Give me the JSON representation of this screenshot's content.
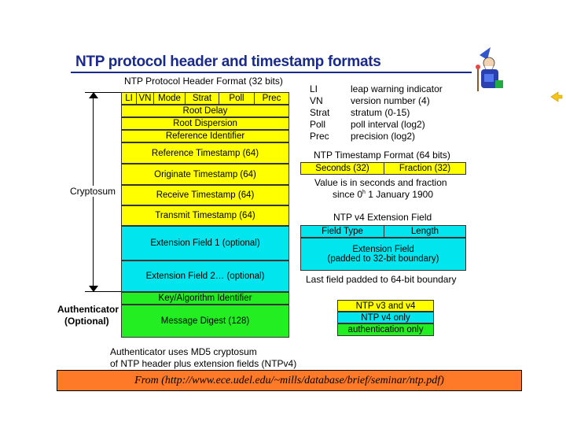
{
  "title": "NTP protocol header and timestamp formats",
  "header_format_title": "NTP Protocol Header Format (32 bits)",
  "header_fields": {
    "row1": [
      "LI",
      "VN",
      "Mode",
      "Strat",
      "Poll",
      "Prec"
    ],
    "root_delay": "Root Delay",
    "root_dispersion": "Root Dispersion",
    "reference_identifier": "Reference Identifier",
    "reference_timestamp": "Reference Timestamp (64)",
    "originate_timestamp": "Originate Timestamp (64)",
    "receive_timestamp": "Receive Timestamp (64)",
    "transmit_timestamp": "Transmit Timestamp (64)",
    "extension_field_1": "Extension Field 1 (optional)",
    "extension_field_2": "Extension Field 2… (optional)",
    "key_identifier": "Key/Algorithm Identifier",
    "message_digest": "Message Digest (128)"
  },
  "side_labels": {
    "cryptosum": "Cryptosum",
    "authenticator_line1": "Authenticator",
    "authenticator_line2": "(Optional)"
  },
  "legend_abbrev": [
    {
      "abbr": "LI",
      "desc": "leap warning indicator"
    },
    {
      "abbr": "VN",
      "desc": "version number (4)"
    },
    {
      "abbr": "Strat",
      "desc": "stratum (0-15)"
    },
    {
      "abbr": "Poll",
      "desc": "poll interval (log2)"
    },
    {
      "abbr": "Prec",
      "desc": "precision (log2)"
    }
  ],
  "timestamp_format": {
    "title": "NTP Timestamp Format (64 bits)",
    "seconds": "Seconds (32)",
    "fraction": "Fraction (32)",
    "note_line1": "Value is in seconds and fraction",
    "note_line2_pre": "since 0",
    "note_line2_sup": "h",
    "note_line2_post": " 1 January 1900"
  },
  "extension_field": {
    "title": "NTP v4 Extension Field",
    "field_type": "Field Type",
    "length": "Length",
    "body_line1": "Extension Field",
    "body_line2": "(padded to 32-bit boundary)",
    "note": "Last field padded to 64-bit boundary"
  },
  "color_key": [
    {
      "label": "NTP v3 and v4",
      "color": "#ffff00"
    },
    {
      "label": "NTP v4 only",
      "color": "#00e5ee"
    },
    {
      "label": "authentication only",
      "color": "#22ee22"
    }
  ],
  "auth_note_line1": "Authenticator uses MD5 cryptosum",
  "auth_note_line2": "of NTP header plus extension fields (NTPv4)",
  "footer": "From (http://www.ece.udel.edu/~mills/database/brief/seminar/ntp.pdf)",
  "colors": {
    "title": "#1a2a8a",
    "yellow": "#ffff00",
    "cyan": "#00e5ee",
    "green": "#22ee22",
    "footer_bg": "#ff7a28"
  },
  "icons": [
    "wizard-logo-icon",
    "arrow-icon"
  ]
}
